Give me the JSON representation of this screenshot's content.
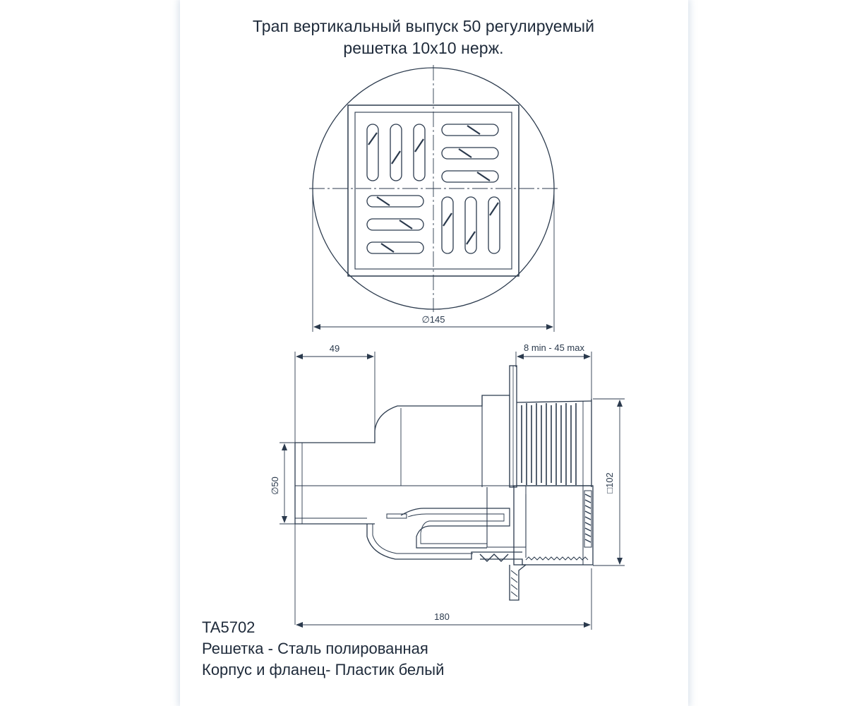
{
  "title": {
    "line1": "Трап вертикальный выпуск 50 регулируемый",
    "line2": "решетка 10х10 нерж."
  },
  "dimensions": {
    "diameter_145": "∅145",
    "d49": "49",
    "adjust_range": "8 min - 45 max",
    "outlet_50": "∅50",
    "square_102": "□102",
    "length_180": "180"
  },
  "info": {
    "model": "TA5702",
    "grate": "Решетка - Сталь полированная",
    "body": "Корпус и фланец- Пластик белый"
  },
  "colors": {
    "line": "#2b3a4d",
    "slot_fill": "#ffffff",
    "hatch": "#3a4a5e"
  }
}
